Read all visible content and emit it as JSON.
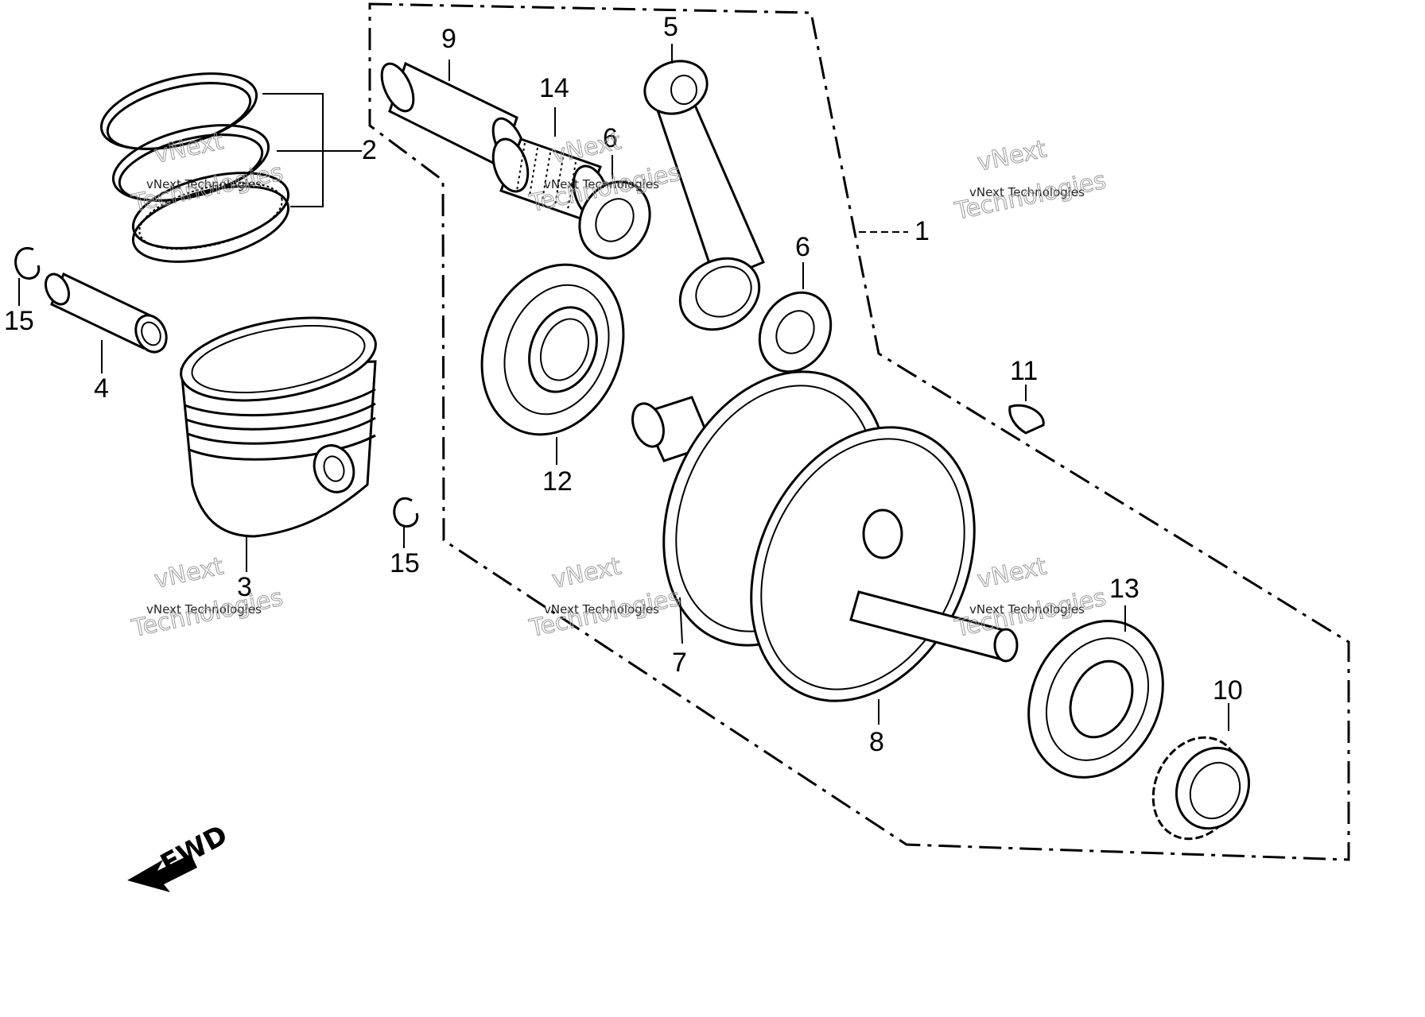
{
  "callouts": {
    "c1": "1",
    "c2": "2",
    "c3": "3",
    "c4": "4",
    "c5": "5",
    "c6a": "6",
    "c6b": "6",
    "c7": "7",
    "c8": "8",
    "c9": "9",
    "c10": "10",
    "c11": "11",
    "c12": "12",
    "c13": "13",
    "c14": "14",
    "c15a": "15",
    "c15b": "15"
  },
  "direction_label": "FWD",
  "watermark": {
    "line1": "vNext Technologies",
    "line2": "Technologies",
    "line3": "vNext"
  }
}
